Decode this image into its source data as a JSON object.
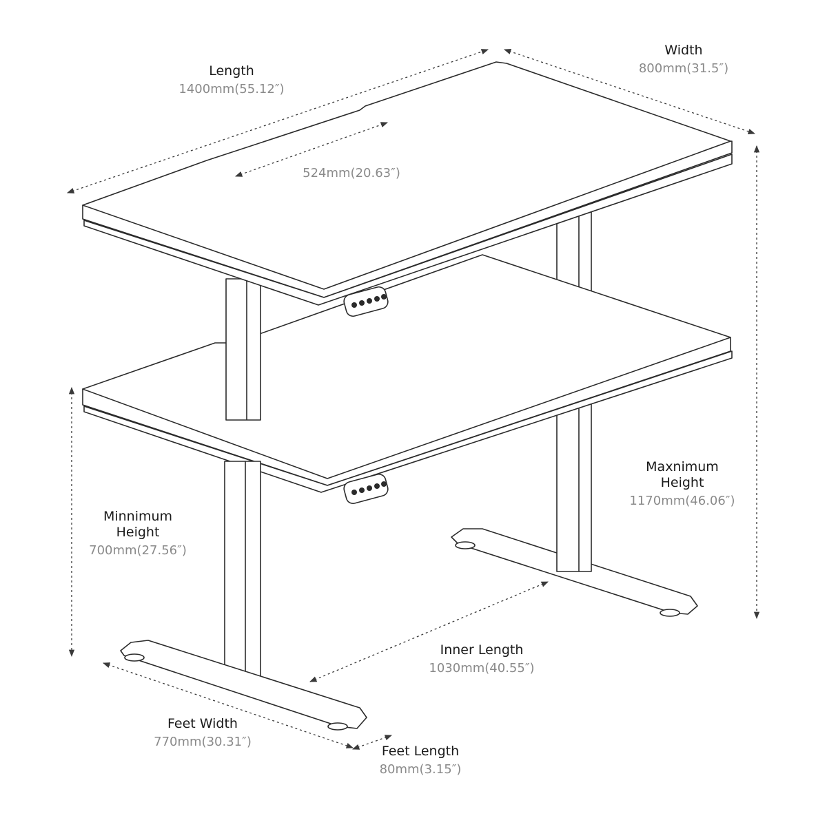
{
  "labels": {
    "length": {
      "title": "Length",
      "value": "1400mm(55.12″)"
    },
    "width": {
      "title": "Width",
      "value": "800mm(31.5″)"
    },
    "cutout": {
      "title": "",
      "value": "524mm(20.63″)"
    },
    "max_height": {
      "title_line1": "Maxnimum",
      "title_line2": "Height",
      "value": "1170mm(46.06″)"
    },
    "min_height": {
      "title_line1": "Minnimum",
      "title_line2": "Height",
      "value": "700mm(27.56″)"
    },
    "inner_length": {
      "title": "Inner Length",
      "value": "1030mm(40.55″)"
    },
    "feet_width": {
      "title": "Feet Width",
      "value": "770mm(30.31″)"
    },
    "feet_length": {
      "title": "Feet Length",
      "value": "80mm(3.15″)"
    }
  },
  "colors": {
    "line": "#2b2b2b",
    "title": "#1a1a1a",
    "value": "#8a8a8a",
    "background": "#ffffff"
  }
}
